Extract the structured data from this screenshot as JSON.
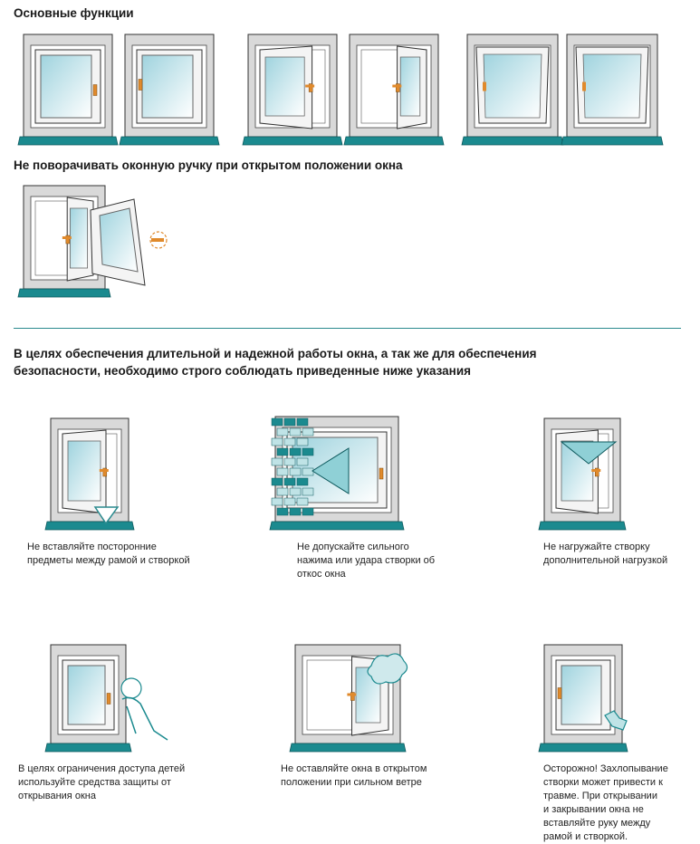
{
  "sections": {
    "main_functions_title": "Основные функции",
    "no_turn_title": "Не поворачивать оконную ручку при открытом положении окна",
    "instructions_title_line1": "В целях обеспечения длительной и надежной работы окна, а так же для обеспечения",
    "instructions_title_line2": "безопасности, необходимо строго соблюдать приведенные ниже указания"
  },
  "instructions": [
    {
      "lines": [
        "Не вставляйте посторонние",
        "предметы между рамой и створкой"
      ]
    },
    {
      "lines": [
        "Не допускайте сильного",
        "нажима или удара створки об",
        "откос окна"
      ]
    },
    {
      "lines": [
        "Не нагружайте створку",
        "дополнительной нагрузкой"
      ]
    },
    {
      "lines": [
        "В целях ограничения доступа детей",
        "используйте средства защиты от",
        "открывания окна"
      ]
    },
    {
      "lines": [
        "Не оставляйте окна в открытом",
        "положении при сильном ветре"
      ]
    },
    {
      "lines": [
        "Осторожно! Захлопывание",
        "створки может привести к",
        "травме. При открывании",
        "и закрывании окна не",
        "вставляйте руку между",
        "рамой и створкой."
      ]
    }
  ],
  "colors": {
    "sill": "#1b8a8f",
    "wall": "#d9d9d9",
    "handle": "#e08a2c",
    "accent": "#2a8a8e",
    "glass": "#a9d8e2"
  }
}
